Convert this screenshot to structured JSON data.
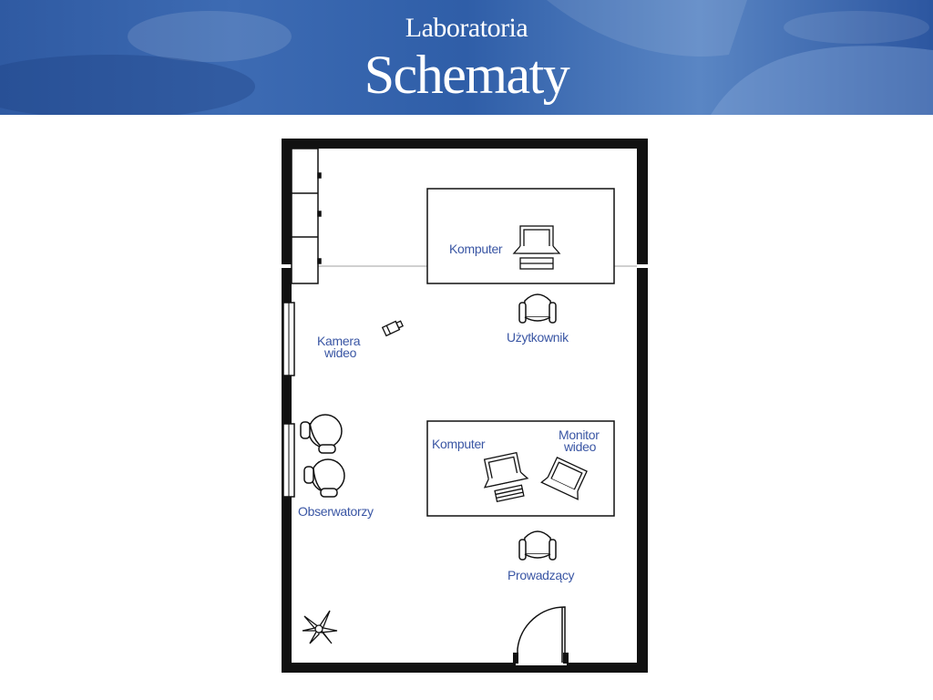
{
  "header": {
    "subtitle": "Laboratoria",
    "title": "Schematy"
  },
  "plan": {
    "labels": {
      "computer_top": "Komputer",
      "user": "Użytkownik",
      "camera_line1": "Kamera",
      "camera_line2": "wideo",
      "computer_bottom": "Komputer",
      "monitor_line1": "Monitor",
      "monitor_line2": "wideo",
      "observers": "Obserwatorzy",
      "facilitator": "Prowadzący"
    }
  },
  "colors": {
    "banner": "#2f5aa2",
    "label": "#3a56a4",
    "lines": "#111111"
  }
}
